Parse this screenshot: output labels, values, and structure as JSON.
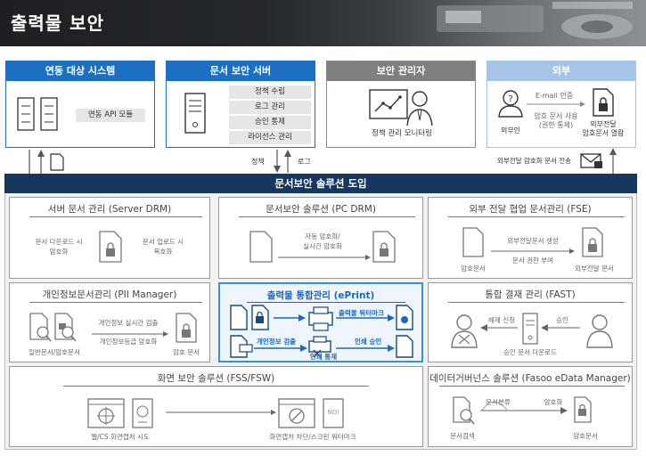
{
  "header": {
    "title": "출력물 보안"
  },
  "top": {
    "linkage": {
      "title": "연동 대상 시스템",
      "module": "연동 API 모듈"
    },
    "server": {
      "title": "문서 보안 서버",
      "items": [
        "정책 수립",
        "로그 관리",
        "승인 통제",
        "라이선스 관리"
      ],
      "policy": "정책",
      "log": "로그"
    },
    "admin": {
      "title": "보안 관리자",
      "caption": "정책 관리 모니터링"
    },
    "external": {
      "title": "외부",
      "email": "E-mail 인증",
      "user": "외부인",
      "reader": "암호 문서 사용",
      "reader_sub": "(권한 통제)",
      "open1": "외부전달",
      "open2": "암호문서 열람",
      "transfer": "외부전달 암호화 문서 전송"
    }
  },
  "solution": {
    "banner": "문서보안 솔루션 도입"
  },
  "modules": {
    "server_drm": {
      "title": "서버 문서 관리 (Server DRM)",
      "left1": "문서 다운로드 시",
      "left2": "암호화",
      "right1": "문서 업로드 시",
      "right2": "복호화"
    },
    "pc_drm": {
      "title": "문서보안 솔루션 (PC DRM)",
      "auto1": "자동 암호화/",
      "auto2": "실시간 암호화"
    },
    "fse": {
      "title": "외부 전달 협업 문서관리 (FSE)",
      "make": "외부전달문서 생성",
      "perm": "문서 권한 부여",
      "src": "암호문서",
      "dst": "외부전달 문서"
    },
    "pii": {
      "title": "개인정보문서관리 (PII Manager)",
      "detect": "개인정보 실시간 검출",
      "grade": "개인정보등급 암호화",
      "src": "일반문서/암호문서",
      "dst": "암호 문서"
    },
    "eprint": {
      "title": "출력물 통합관리 (ePrint)",
      "watermark": "출력물 워터마크",
      "detect": "개인정보 검출",
      "approve": "인쇄 승인",
      "control": "인쇄 통제"
    },
    "fast": {
      "title": "통합 결재 관리 (FAST)",
      "request": "해제 신청",
      "approve": "승인",
      "download": "승인 문서 다운로드"
    },
    "fss": {
      "title": "화면 보안 솔루션 (FSS/FSW)",
      "left": "웹/CS 화면캡처 시도",
      "right": "화면캡처 차단/스크린 워터마크",
      "mark": "NO!"
    },
    "edata": {
      "title": "데이터거버넌스 솔루션 (Fasoo eData Manager)",
      "classify": "문서분류",
      "encrypt": "암호화",
      "src": "문서검색",
      "dst": "암호문서"
    }
  },
  "colors": {
    "blue": "#1d6fc2",
    "navy": "#17375e",
    "gray": "#7f7f7f",
    "lightblue": "#a6c3e8"
  }
}
